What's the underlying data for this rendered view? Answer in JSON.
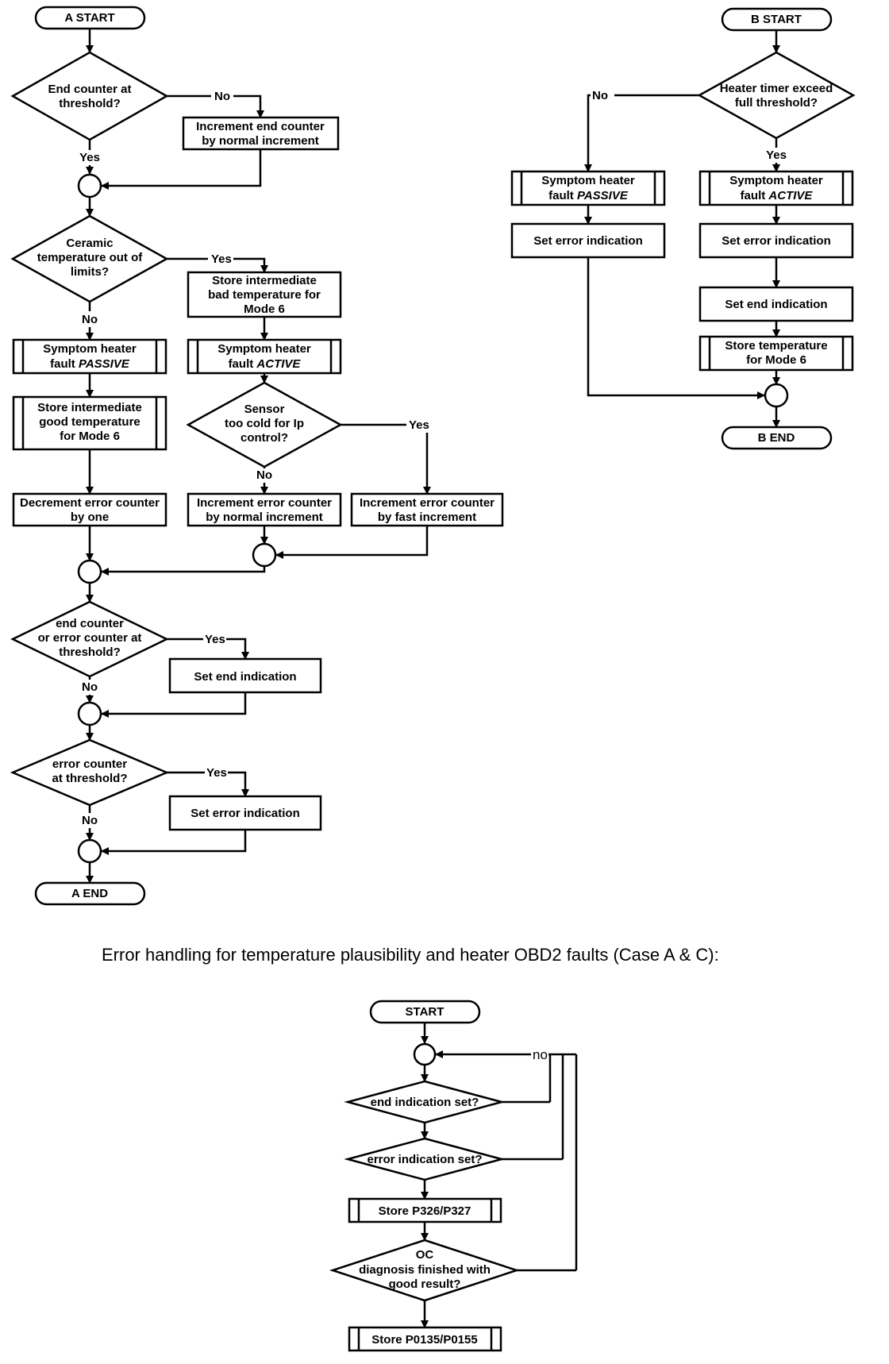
{
  "caption": "Error handling for temperature plausibility and heater OBD2 faults (Case A & C):",
  "labels": {
    "yes": "Yes",
    "no": "No",
    "no_lower": "no"
  },
  "flowA": {
    "start": "A START",
    "end": "A END",
    "d_end_counter": [
      "End counter at",
      "threshold?"
    ],
    "p_inc_end": [
      "Increment end counter",
      "by normal increment"
    ],
    "d_ceramic": [
      "Ceramic",
      "temperature out of",
      "limits?"
    ],
    "p_store_bad": [
      "Store intermediate",
      "bad temperature for",
      "Mode 6"
    ],
    "p_sym_passive": [
      "Symptom heater",
      "fault ",
      "PASSIVE"
    ],
    "p_sym_active": [
      "Symptom heater",
      "fault ",
      "ACTIVE"
    ],
    "p_store_good": [
      "Store intermediate",
      "good temperature",
      "for Mode 6"
    ],
    "d_sensor": [
      "Sensor",
      "too cold for Ip",
      "control?"
    ],
    "p_dec_err": [
      "Decrement error counter",
      "by one"
    ],
    "p_inc_err_normal": [
      "Increment error counter",
      "by normal increment"
    ],
    "p_inc_err_fast": [
      "Increment error counter",
      "by fast increment"
    ],
    "d_end_or_err": [
      "end counter",
      "or error counter at",
      "threshold?"
    ],
    "p_set_end": "Set end indication",
    "d_err_counter": [
      "error counter",
      "at threshold?"
    ],
    "p_set_err": "Set error indication"
  },
  "flowB": {
    "start": "B START",
    "end": "B END",
    "d_heater_timer": [
      "Heater timer exceed",
      "full threshold?"
    ],
    "p_sym_passive": [
      "Symptom heater",
      "fault ",
      "PASSIVE"
    ],
    "p_sym_active": [
      "Symptom heater",
      "fault ",
      "ACTIVE"
    ],
    "p_set_err_left": "Set error indication",
    "p_set_err_right": "Set error indication",
    "p_set_end": "Set end indication",
    "p_store_temp": [
      "Store temperature",
      "for Mode 6"
    ]
  },
  "flowC": {
    "start": "START",
    "d_end_ind": "end indication set?",
    "d_err_ind": "error indication set?",
    "p_store_p326": "Store P326/P327",
    "d_oc": [
      "OC",
      "diagnosis finished with",
      "good result?"
    ],
    "p_store_p0135": "Store P0135/P0155"
  }
}
